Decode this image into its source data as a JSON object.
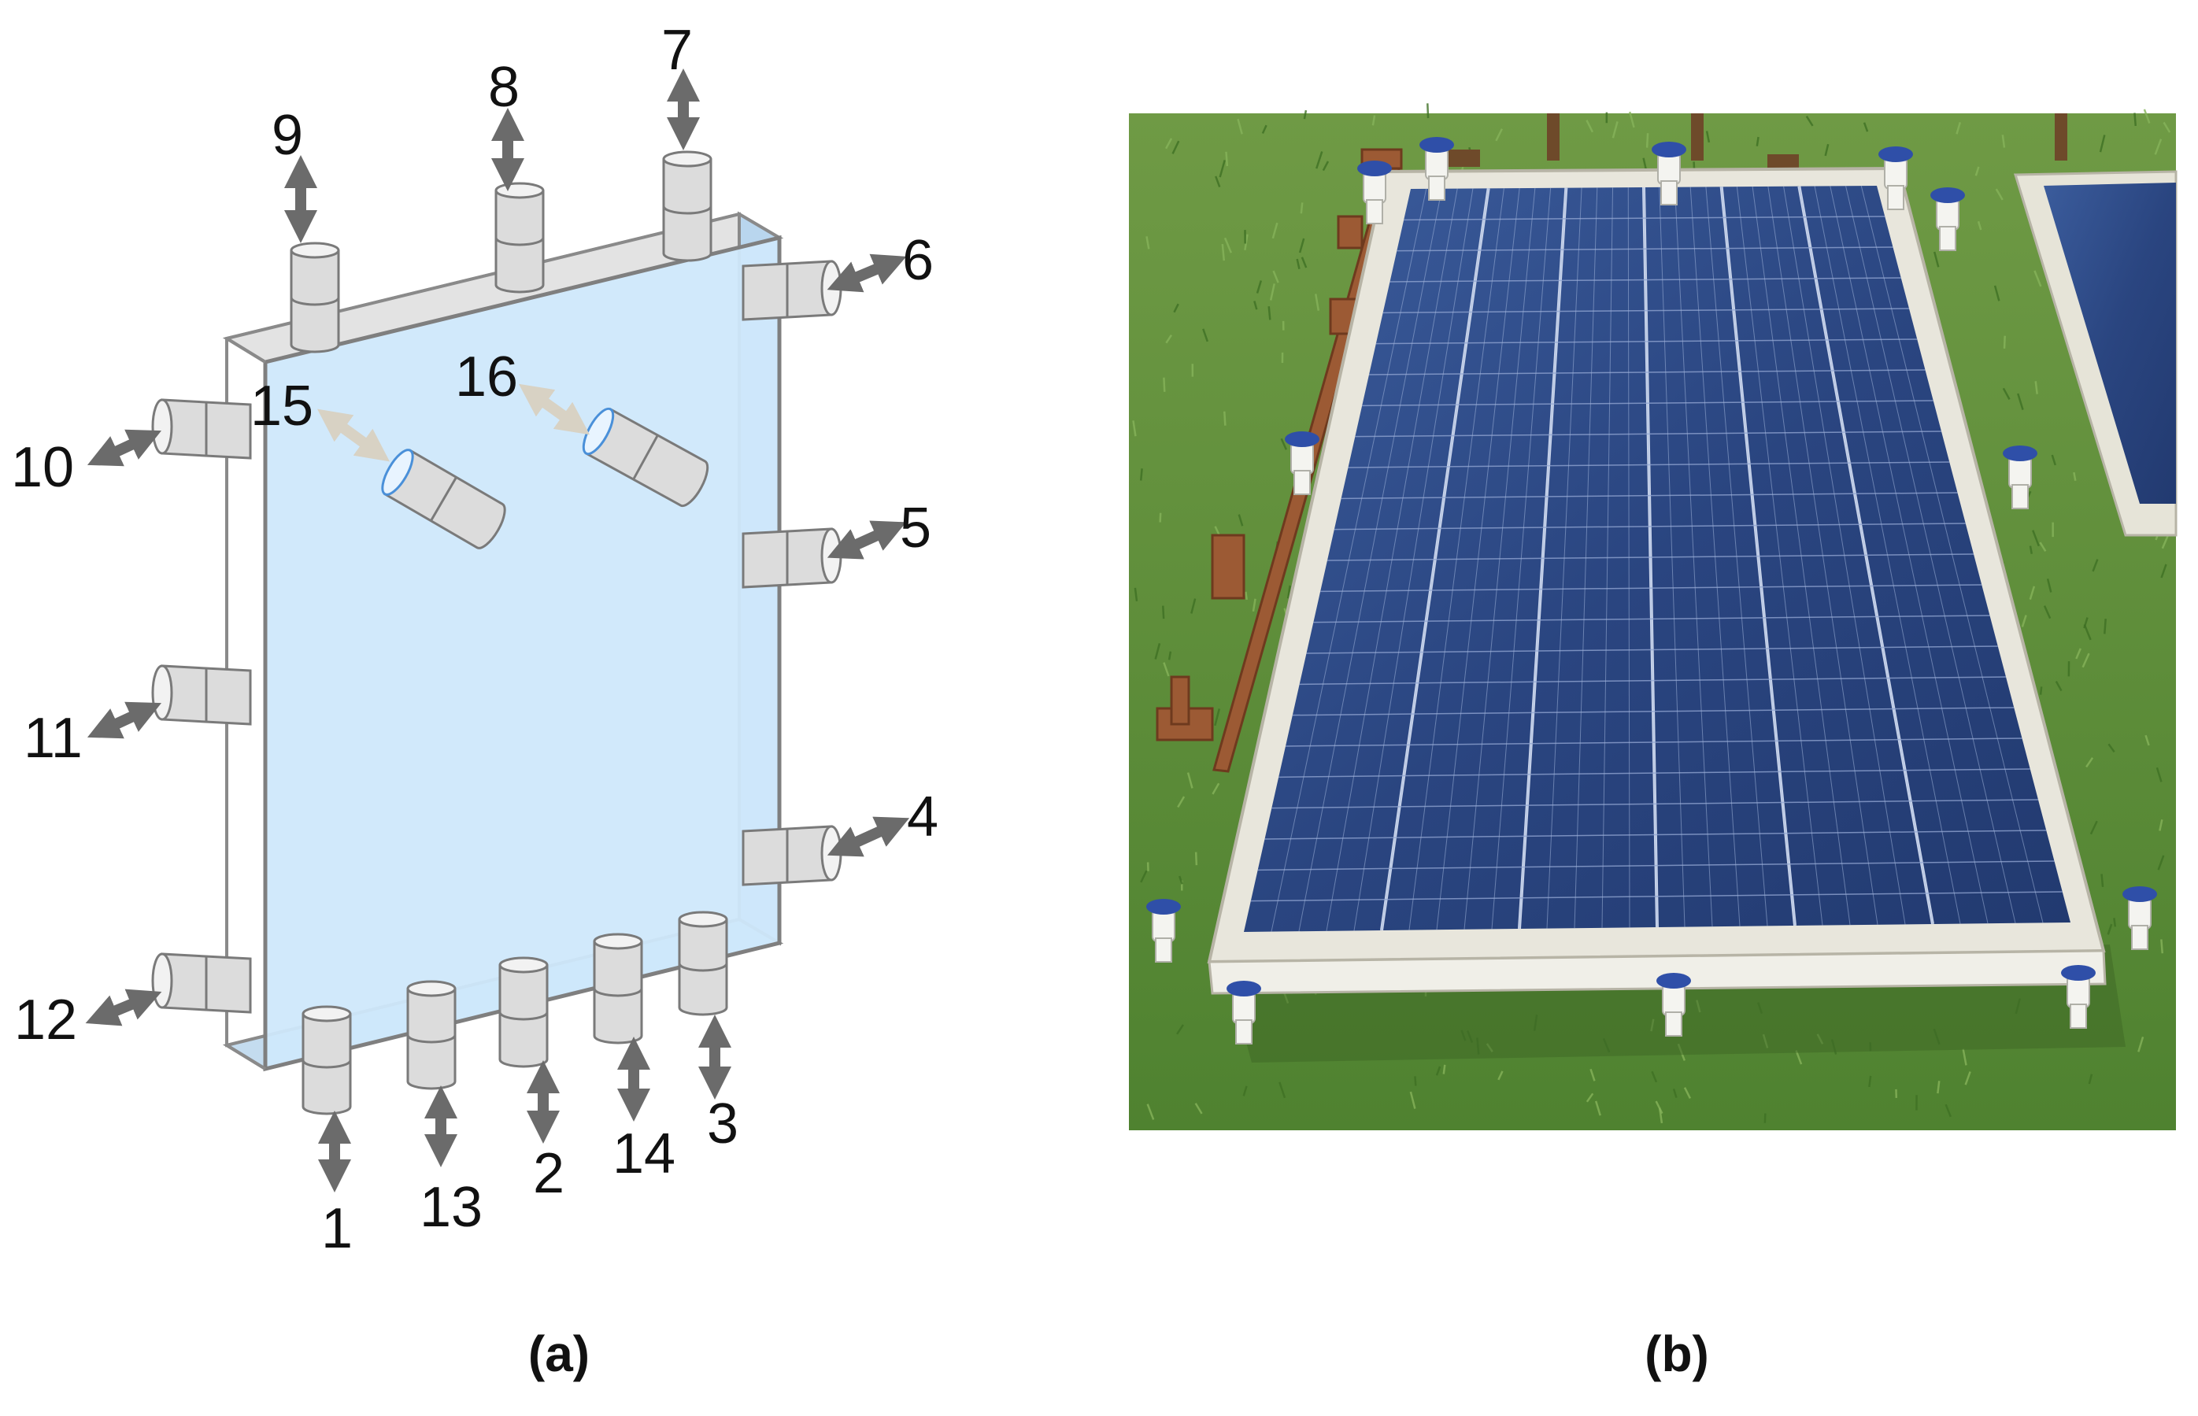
{
  "panel_a": {
    "caption": "(a)",
    "port_labels": {
      "p1": "1",
      "p2": "2",
      "p3": "3",
      "p4": "4",
      "p5": "5",
      "p6": "6",
      "p7": "7",
      "p8": "8",
      "p9": "9",
      "p10": "10",
      "p11": "11",
      "p12": "12",
      "p13": "13",
      "p14": "14",
      "p15": "15",
      "p16": "16"
    }
  },
  "panel_b": {
    "caption": "(b)"
  },
  "colors": {
    "panel_face": "#cfe8fb",
    "panel_edge": "#7f7f7f",
    "arrow": "#6b6b6b",
    "arrow_light": "#d8d2c4",
    "grass": "#5f8f3a",
    "solar_cell": "#2c4a86",
    "frame": "#e8e6dc",
    "valve_handle": "#2f4fa8"
  }
}
